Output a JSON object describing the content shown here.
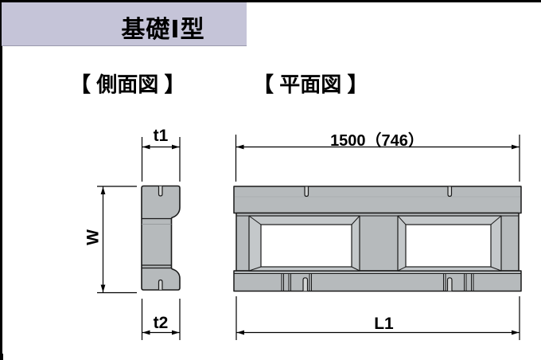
{
  "header": {
    "title": "基礎Ⅰ型"
  },
  "sections": {
    "side_view": {
      "heading": "【 側面図 】",
      "dimensions": {
        "top": "t1",
        "left": "W",
        "bottom": "t2"
      }
    },
    "plan_view": {
      "heading": "【 平面図 】",
      "dimensions": {
        "top": "1500（746）",
        "bottom": "L1"
      }
    }
  },
  "colors": {
    "header_bg": "#c5c4d8",
    "concrete": "#b6babc",
    "bevel": "#c4c8ca",
    "outline": "#1a1a1a",
    "page_border": "#000000",
    "bg": "#ffffff"
  }
}
